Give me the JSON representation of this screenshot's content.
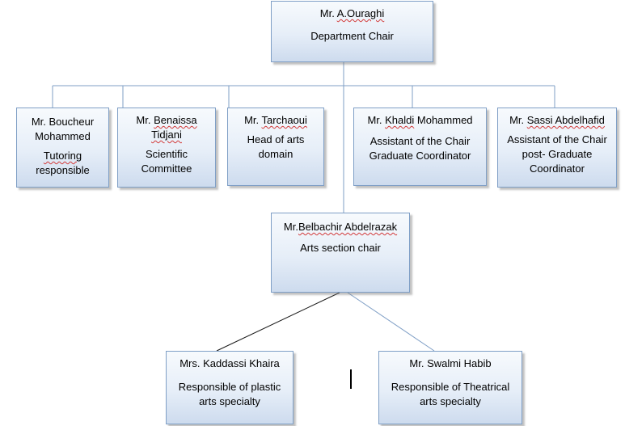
{
  "chair": {
    "title_prefix": "Mr. ",
    "name": "A.Ouraghi",
    "role": "Department Chair"
  },
  "row1": {
    "boucheur": {
      "line1": "Mr. Boucheur",
      "line2": "Mohammed",
      "role_a": "Tutoring",
      "role_b": "responsible"
    },
    "benaissa": {
      "prefix": "Mr. ",
      "name1": "Benaissa",
      "name2": "Tidjani",
      "role_a": "Scientific",
      "role_b": "Committee"
    },
    "tarchaoui": {
      "prefix": "Mr. ",
      "name": "Tarchaoui",
      "role_a": "Head of arts",
      "role_b": "domain"
    },
    "khaldi": {
      "prefix": "Mr. ",
      "name": "Khaldi",
      "name_rest": " Mohammed",
      "role_a": "Assistant of the Chair",
      "role_b": "Graduate Coordinator"
    },
    "sassi": {
      "prefix": "Mr. ",
      "name": "Sassi Abdelhafid",
      "role_a": "Assistant of the Chair",
      "role_b": "post- Graduate",
      "role_c": "Coordinator"
    }
  },
  "section_chair": {
    "prefix": "Mr.",
    "name": "Belbachir Abdelrazak",
    "role": "Arts section chair"
  },
  "leaves": {
    "kaddassi": {
      "name": "Mrs. Kaddassi Khaira",
      "role_a": "Responsible of plastic",
      "role_b": "arts specialty"
    },
    "swalmi": {
      "name": "Mr. Swalmi Habib",
      "role_a": "Responsible of Theatrical",
      "role_b": "arts specialty"
    }
  },
  "colors": {
    "box_border": "#7f9fc6",
    "box_fill_top": "#f7fafd",
    "box_fill_bottom": "#cddbee",
    "connector": "#7f9fc6",
    "spellcheck": "#d23a3a"
  }
}
